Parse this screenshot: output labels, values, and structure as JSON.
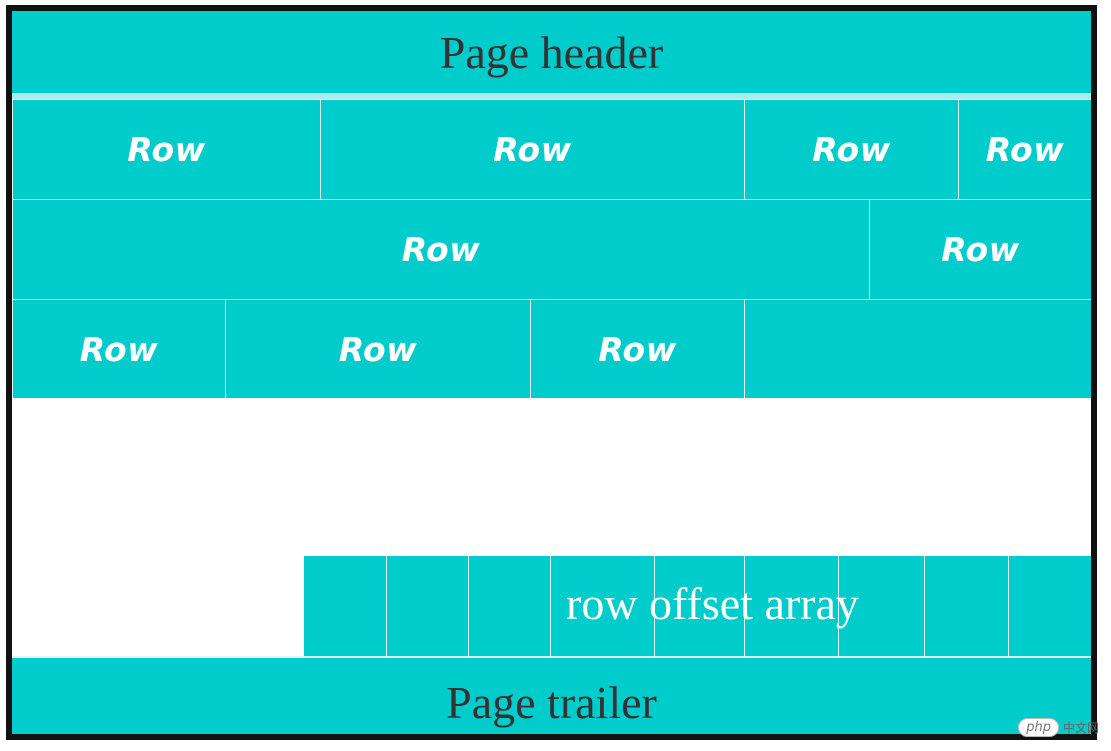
{
  "page_header": "Page header",
  "rows": [
    [
      "Row",
      "Row",
      "Row",
      "Row"
    ],
    [
      "Row",
      "Row"
    ],
    [
      "Row",
      "Row",
      "Row"
    ]
  ],
  "row_offset_array": "row offset array",
  "page_trailer": "Page trailer",
  "colors": {
    "block": "#00cccc",
    "frame": "#111111",
    "free_space": "#ffffff"
  },
  "watermark": {
    "logo": "php",
    "site": "中文网"
  }
}
